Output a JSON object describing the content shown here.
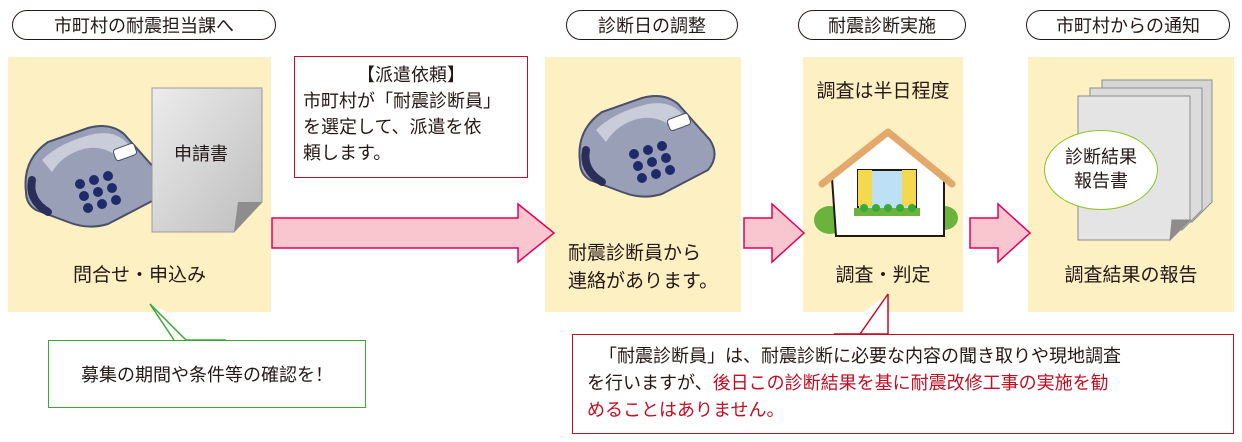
{
  "steps": [
    {
      "header": "市町村の耐震担当課へ",
      "label": "問合せ・申込み",
      "doc_label": "申請書"
    },
    {
      "header": "診断日の調整",
      "label_line1": "耐震診断員から",
      "label_line2": "連絡があります。"
    },
    {
      "header": "耐震診断実施",
      "top_label": "調査は半日程度",
      "label": "調査・判定"
    },
    {
      "header": "市町村からの通知",
      "badge_line1": "診断結果",
      "badge_line2": "報告書",
      "label": "調査結果の報告"
    }
  ],
  "dispatch": {
    "title": "【派遣依頼】",
    "line1": "市町村が「耐震診断員」",
    "line2": "を選定して、派遣を依",
    "line3": "頼します。"
  },
  "callout_green": {
    "text": "募集の期間や条件等の確認を！"
  },
  "callout_red": {
    "line1": "「耐震診断員」は、耐震診断に必要な内容の聞き取りや現地調査",
    "line2a": "を行いますが、",
    "line2b": "後日この診断結果を基に耐震改修工事の実施を勧",
    "line3": "めることはありません。"
  },
  "colors": {
    "panel": "#fdf0c3",
    "arrow_fill": "#f9c5cf",
    "arrow_stroke": "#e5005a",
    "green": "#3aa935",
    "red": "#c30d23"
  }
}
